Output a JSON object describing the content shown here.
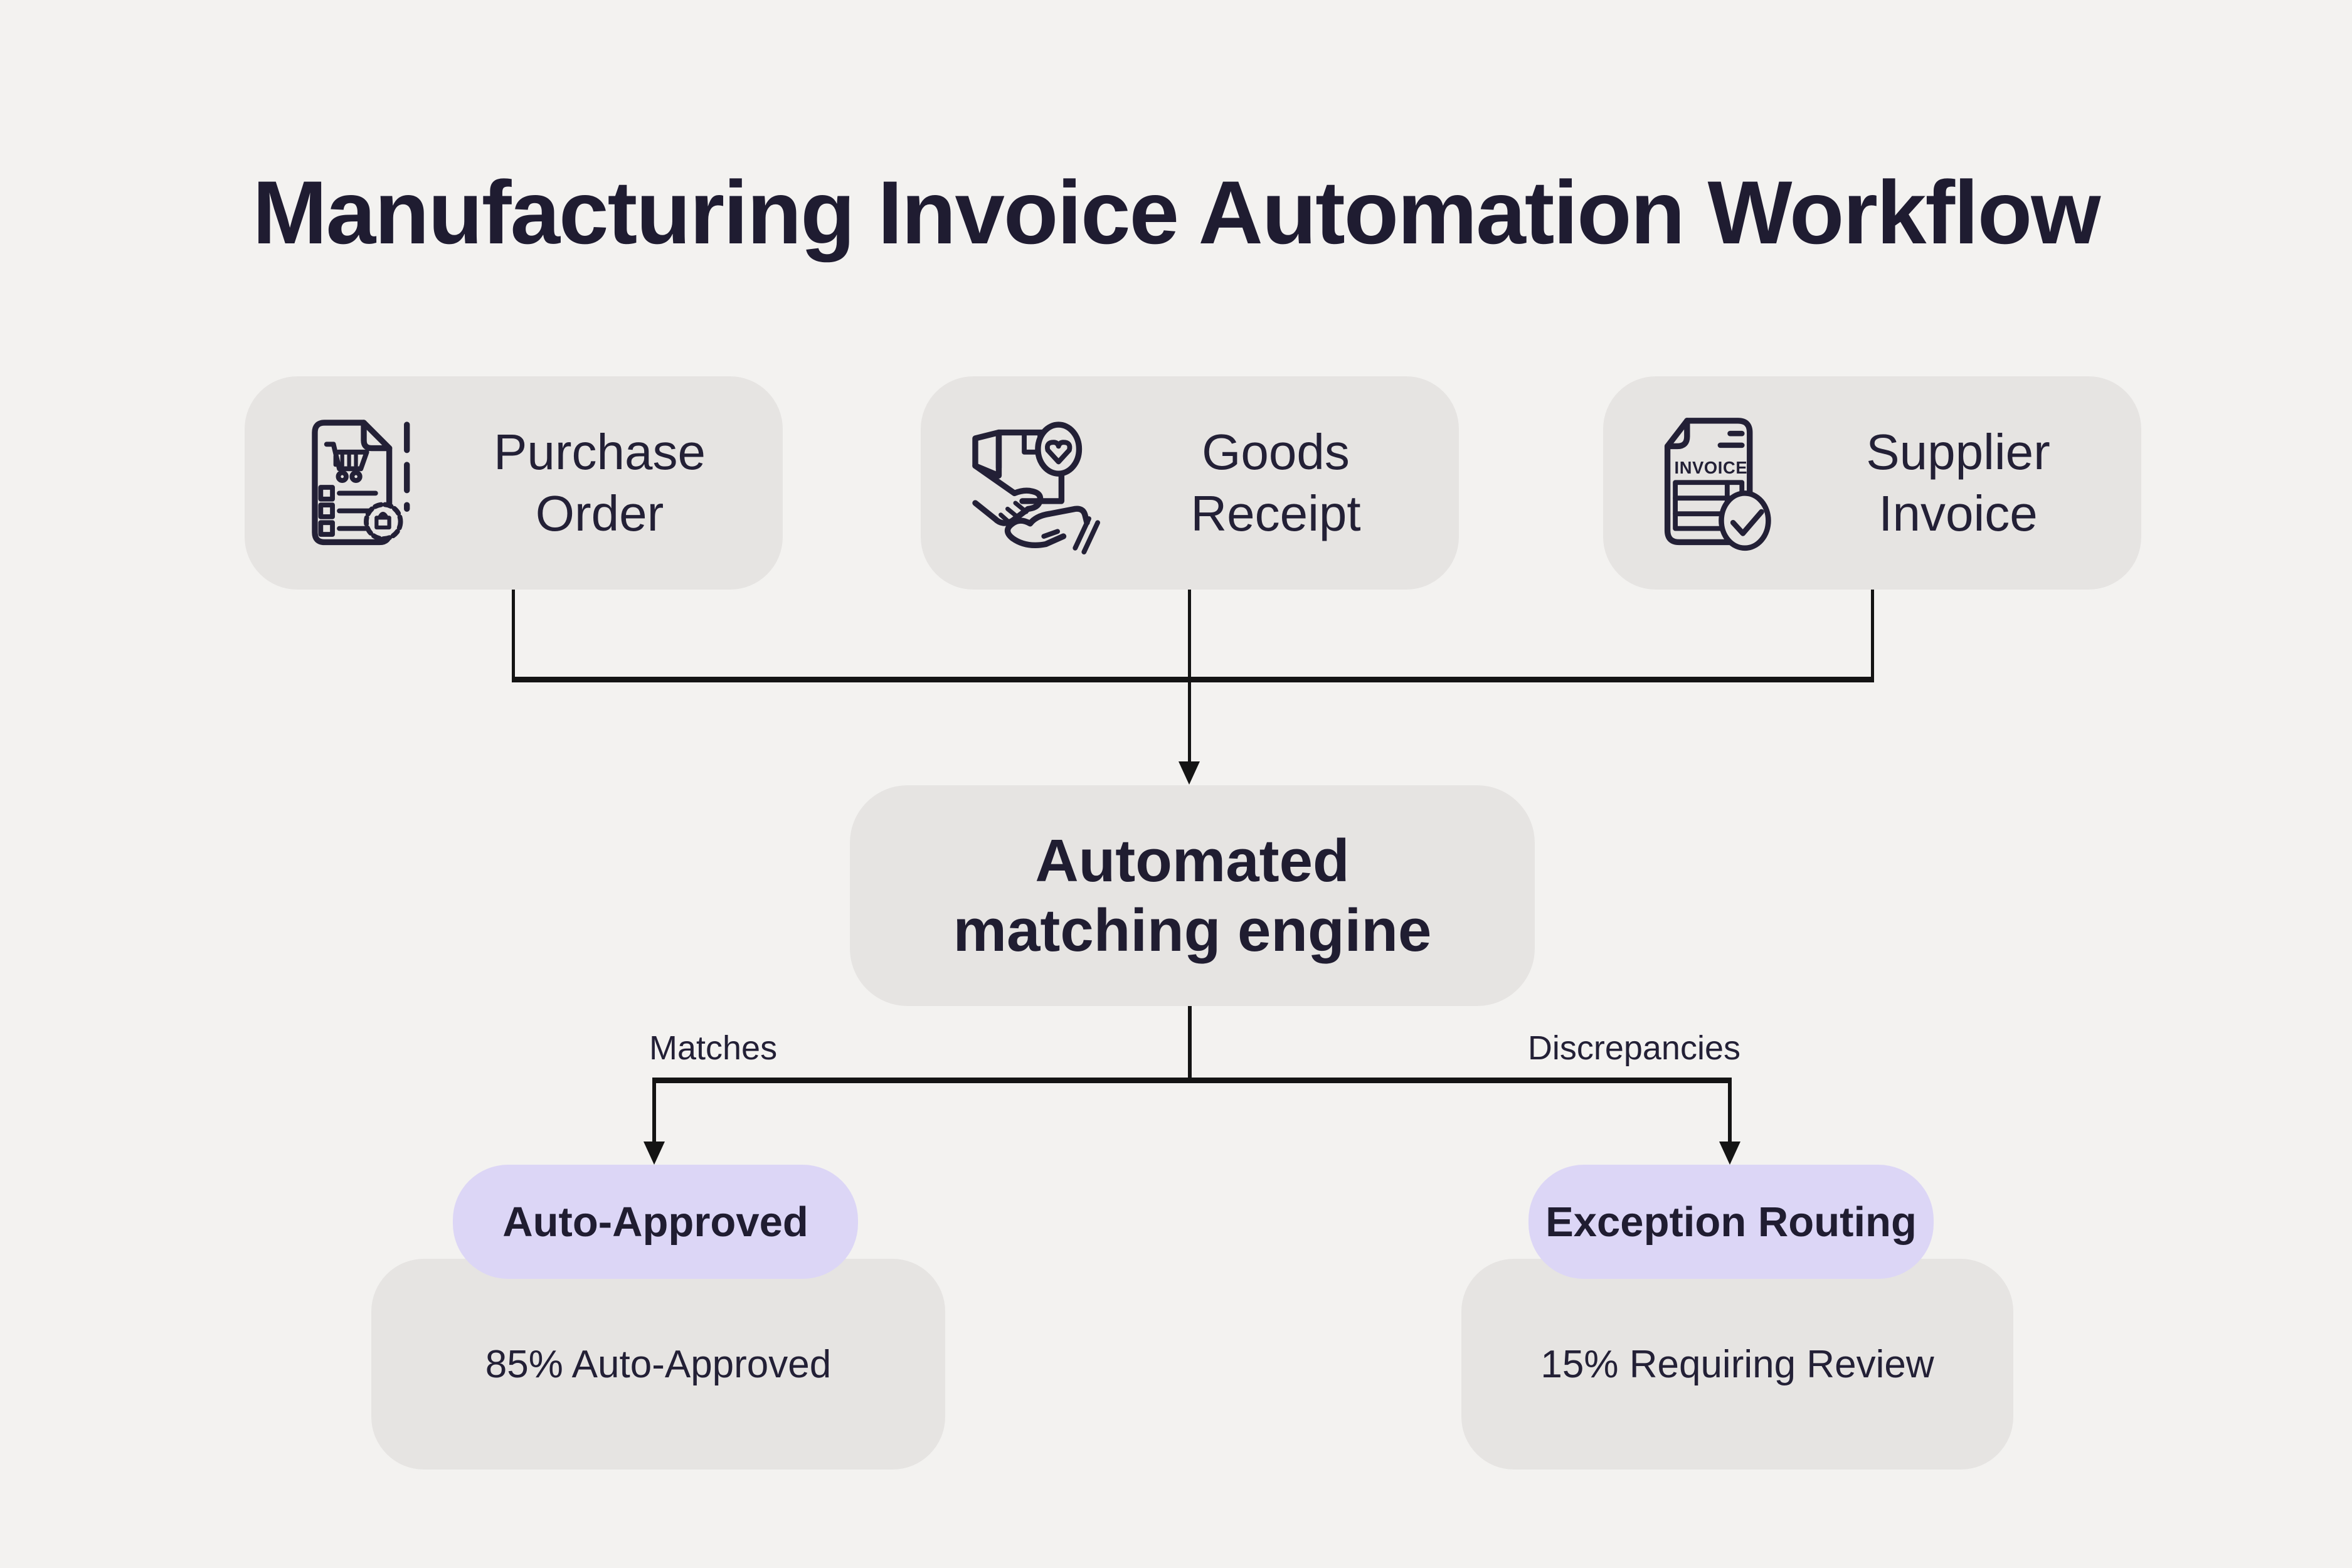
{
  "title": "Manufacturing Invoice Automation Workflow",
  "colors": {
    "background": "#f3f2f0",
    "card_gray": "#e6e4e2",
    "badge_lavender": "#dcd6f6",
    "text_dark": "#232036",
    "connector_line": "#141414"
  },
  "inputs": [
    {
      "label": "Purchase Order",
      "icon": "purchase-order-icon"
    },
    {
      "label": "Goods Receipt",
      "icon": "goods-receipt-icon"
    },
    {
      "label": "Supplier Invoice",
      "icon": "supplier-invoice-icon",
      "icon_text": "INVOICE"
    }
  ],
  "engine": {
    "line1": "Automated",
    "line2": "matching engine"
  },
  "branches": {
    "left": "Matches",
    "right": "Discrepancies"
  },
  "outcomes": [
    {
      "badge": "Auto-Approved",
      "detail": "85% Auto-Approved"
    },
    {
      "badge": "Exception Routing",
      "detail": "15% Requiring Review"
    }
  ]
}
